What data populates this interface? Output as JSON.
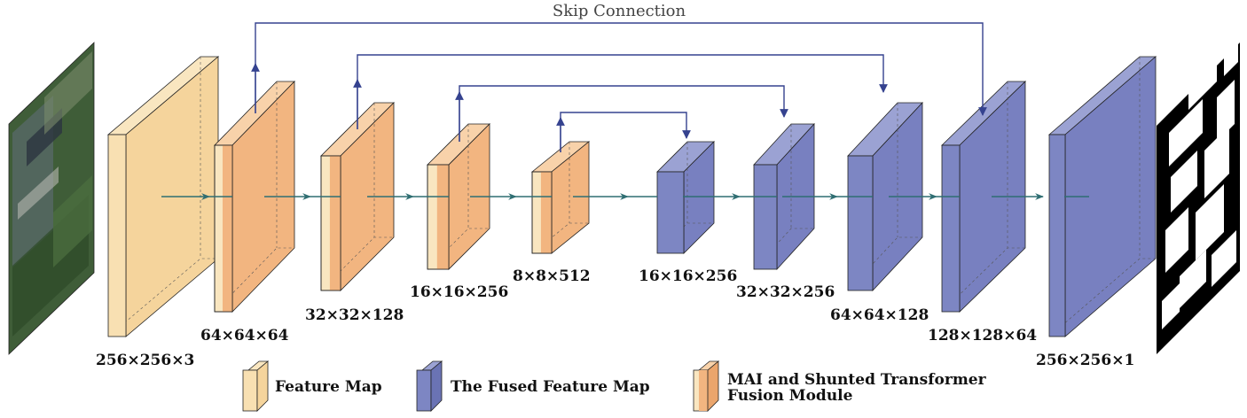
{
  "colors": {
    "feature_map": "#f8e0b2",
    "feature_map_face": "#f9e6c0",
    "fused_feature_map": "#7d86c3",
    "fused_feature_map_top": "#9ba2d3",
    "fusion_module": "#f2b580",
    "fusion_module_top": "#f8d2aa",
    "skip_line": "#35428f",
    "flow_arrow": "#2f6e72",
    "satellite_image": "#3f5d38",
    "mask_image": "#000000"
  },
  "title": "Skip Connection",
  "input_image": {
    "icon": "satellite-image",
    "label": ""
  },
  "output_image": {
    "icon": "binary-segmentation-mask",
    "label": ""
  },
  "encoder_blocks": [
    {
      "label": "256×256×3",
      "type": "feature_map"
    },
    {
      "label": "64×64×64",
      "type": "fusion_module"
    },
    {
      "label": "32×32×128",
      "type": "fusion_module"
    },
    {
      "label": "16×16×256",
      "type": "fusion_module"
    },
    {
      "label": "8×8×512",
      "type": "fusion_module"
    }
  ],
  "decoder_blocks": [
    {
      "label": "16×16×256",
      "type": "fused_feature_map"
    },
    {
      "label": "32×32×256",
      "type": "fused_feature_map"
    },
    {
      "label": "64×64×128",
      "type": "fused_feature_map"
    },
    {
      "label": "128×128×64",
      "type": "fused_feature_map"
    },
    {
      "label": "256×256×1",
      "type": "fused_feature_map"
    }
  ],
  "legend": [
    {
      "label": "Feature Map",
      "type": "feature_map"
    },
    {
      "label": "The Fused Feature Map",
      "type": "fused_feature_map"
    },
    {
      "label_line1": "MAI and Shunted Transformer",
      "label_line2": "Fusion Module",
      "type": "fusion_module"
    }
  ]
}
